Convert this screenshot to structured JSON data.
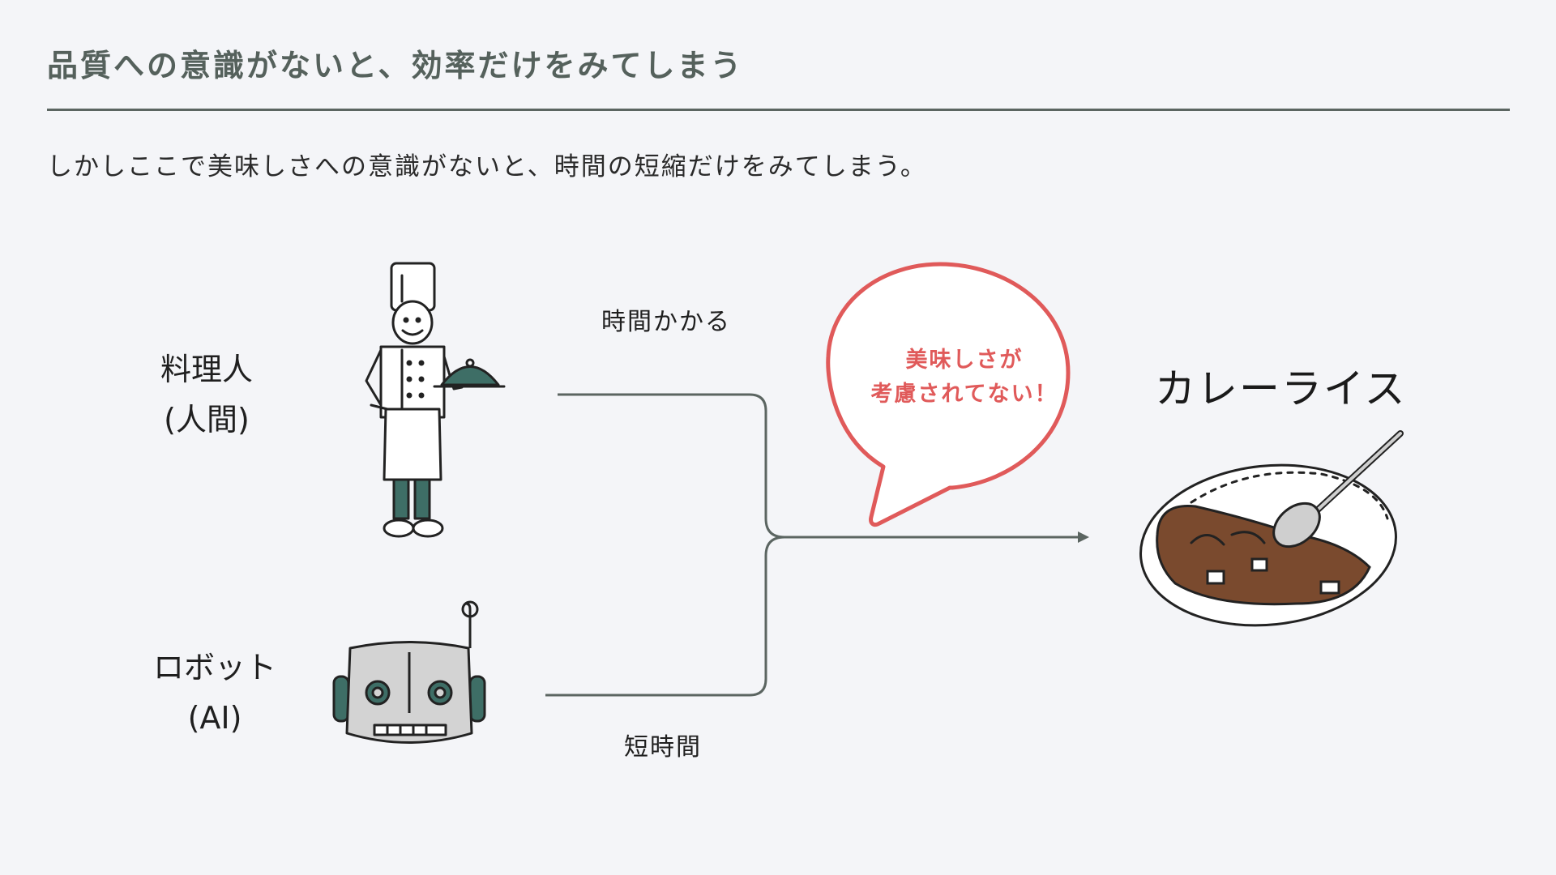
{
  "title": "品質への意識がないと、効率だけをみてしまう",
  "subtitle": "しかしここで美味しさへの意識がないと、時間の短縮だけをみてしまう。",
  "actors": {
    "human": {
      "line1": "料理人",
      "line2": "(人間)"
    },
    "robot": {
      "line1": "ロボット",
      "line2": "(AI)"
    }
  },
  "edges": {
    "human_label": "時間かかる",
    "robot_label": "短時間"
  },
  "bubble": {
    "line1": "美味しさが",
    "line2": "考慮されてない！"
  },
  "result": "カレーライス",
  "colors": {
    "accent_red": "#e05a5a",
    "line_gray": "#5b6561",
    "teal": "#3e6e66",
    "curry_brown": "#7a4a2e"
  },
  "icons": [
    "chef-illustration",
    "robot-illustration",
    "curry-rice-illustration",
    "speech-bubble"
  ]
}
